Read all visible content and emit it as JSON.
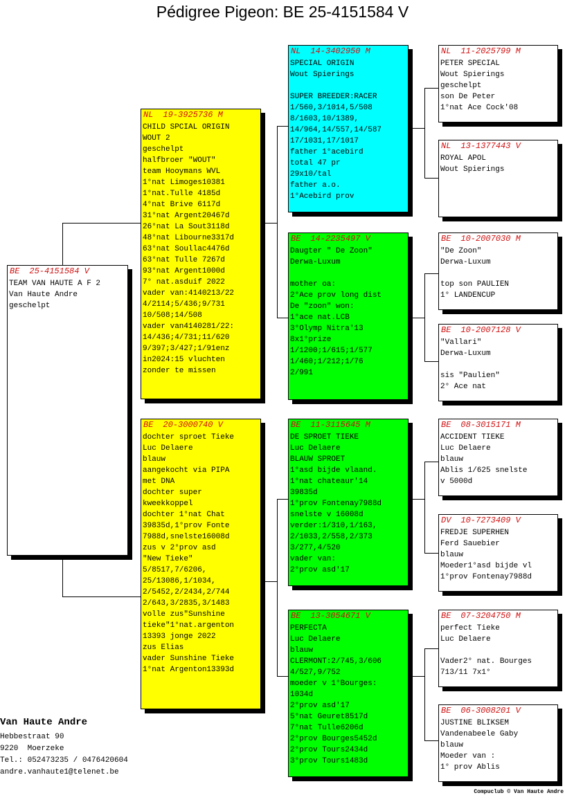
{
  "title": "Pédigree Pigeon: BE  25-4151584 V",
  "pigeons": {
    "subject": {
      "country": "BE",
      "ring": "25-4151584 V",
      "lines": [
        "TEAM VAN HAUTE A F 2",
        "Van Haute Andre",
        "geschelpt"
      ]
    },
    "father": {
      "country": "NL",
      "ring": "19-3925736 M",
      "lines": [
        "CHILD SPCIAL ORIGIN",
        "WOUT 2",
        "geschelpt",
        "halfbroer \"WOUT\"",
        "team Hooymans WVL",
        "1°nat Limoges10381",
        "1°nat.Tulle 4185d",
        "4°nat Brive 6117d",
        "31°nat Argent20467d",
        "26°nat La Sout3118d",
        "48°nat Libourne3317d",
        "63°nat Soullac4476d",
        "63°nat Tulle 7267d",
        "93°nat Argent1000d",
        "7° nat.asduif 2022",
        "vader van:4140213/22",
        "4/2114;5/436;9/731",
        "10/508;14/508",
        "vader van4140281/22:",
        "14/436;4/731;11/620",
        "9/397;3/427;1/91enz",
        "in2024:15 vluchten",
        "zonder te missen"
      ]
    },
    "mother": {
      "country": "BE",
      "ring": "20-3000740 V",
      "lines": [
        "dochter sproet Tieke",
        "Luc Delaere",
        "blauw",
        "aangekocht via PIPA",
        "met DNA",
        "dochter super",
        "kweekkoppel",
        "dochter 1°nat Chat",
        "39835d,1°prov Fonte",
        "7988d,snelste16008d",
        "zus v 2°prov asd",
        "\"New Tieke\"",
        "5/8517,7/6206,",
        "25/13086,1/1034,",
        "2/5452,2/2434,2/744",
        "2/643,3/2835,3/1483",
        "volle zus\"Sunshine",
        "tieke\"1°nat.argenton",
        "13393 jonge 2022",
        "zus Elias",
        "vader Sunshine Tieke",
        "1°nat Argenton13393d"
      ]
    },
    "ff": {
      "country": "NL",
      "ring": "14-3402950 M",
      "lines": [
        "SPECIAL ORIGIN",
        "Wout Spierings",
        "",
        "SUPER BREEDER:RACER",
        "1/560,3/1014,5/508",
        "8/1603,10/1389,",
        "14/964,14/557,14/587",
        "17/1031,17/1017",
        "father 1°acebird",
        "total 47 pr",
        "29x10/tal",
        "father a.o.",
        "1°Acebird prov"
      ]
    },
    "fm": {
      "country": "BE",
      "ring": "14-2235497 V",
      "lines": [
        "Daugter \" De Zoon\"",
        "Derwa-Luxum",
        "",
        "mother oa:",
        "2°Ace prov long dist",
        "De \"zoon\" won:",
        "1°ace nat.LCB",
        "3°Olymp Nitra'13",
        "8x1°prize",
        "1/1200;1/615;1/577",
        "1/460;1/212;1/76",
        "2/991"
      ]
    },
    "mf": {
      "country": "BE",
      "ring": "11-3115645 M",
      "lines": [
        "DE SPROET TIEKE",
        "Luc Delaere",
        "BLAUW SPROET",
        "1°asd bijde vlaand.",
        "1°nat chateaur'14",
        "39835d",
        "1°prov Fontenay7988d",
        "snelste v 16008d",
        "verder:1/310,1/163,",
        "2/1033,2/558,2/373",
        "3/277,4/520",
        "vader van:",
        "2°prov asd'17"
      ]
    },
    "mm": {
      "country": "BE",
      "ring": "13-3054671 V",
      "lines": [
        "PERFECTA",
        "Luc Delaere",
        "blauw",
        "CLERMONT:2/745,3/606",
        "4/527,9/752",
        "moeder v 1°Bourges:",
        "1034d",
        "2°prov asd'17",
        "5°nat Geuret8517d",
        "7°nat Tulle6206d",
        "2°prov Bourges5452d",
        "2°prov Tours2434d",
        "3°prov Tours1483d"
      ]
    },
    "fff": {
      "country": "NL",
      "ring": "11-2025799 M",
      "lines": [
        "PETER SPECIAL",
        "Wout Spierings",
        "geschelpt",
        "son De Peter",
        "1°nat Ace Cock'08"
      ]
    },
    "ffm": {
      "country": "NL",
      "ring": "13-1377443 V",
      "lines": [
        "ROYAL APOL",
        "Wout Spierings"
      ]
    },
    "fmf": {
      "country": "BE",
      "ring": "10-2007030 M",
      "lines": [
        "\"De Zoon\"",
        "Derwa-Luxum",
        "",
        "top son PAULIEN",
        "1° LANDENCUP"
      ]
    },
    "fmm": {
      "country": "BE",
      "ring": "10-2007128 V",
      "lines": [
        "\"Vallari\"",
        "Derwa-Luxum",
        "",
        "sis \"Paulien\"",
        "2° Ace nat"
      ]
    },
    "mff": {
      "country": "BE",
      "ring": "08-3015171 M",
      "lines": [
        "ACCIDENT TIEKE",
        "Luc Delaere",
        "blauw",
        "Ablis 1/625 snelste",
        "v 5000d"
      ]
    },
    "mfm": {
      "country": "DV",
      "ring": "10-7273409 V",
      "lines": [
        "FREDJE SUPERHEN",
        "Ferd Sauebier",
        "blauw",
        "Moeder1°asd bijde vl",
        "1°prov Fontenay7988d"
      ]
    },
    "mmf": {
      "country": "BE",
      "ring": "07-3204750 M",
      "lines": [
        "perfect Tieke",
        "Luc Delaere",
        "",
        "Vader2° nat. Bourges",
        "713/11 7x1°"
      ]
    },
    "mmm": {
      "country": "BE",
      "ring": "06-3008201 V",
      "lines": [
        "JUSTINE BLIKSEM",
        "Vandenabeele Gaby",
        "blauw",
        "Moeder van :",
        "1° prov Ablis"
      ]
    }
  },
  "owner": {
    "name": "Van Haute Andre",
    "street": "Hebbestraat 90",
    "city": "9220  Moerzeke",
    "phone": "Tel.: 052473235 / 0476420604",
    "email": "andre.vanhaute1@telenet.be"
  },
  "footer": "Compuclub © Van Haute Andre",
  "colors": {
    "ring_text": "#d01010",
    "father_mother": "#ffff00",
    "grand_special": "#00ffff",
    "grand": "#00ff00",
    "great_grand": "#ffffff"
  }
}
